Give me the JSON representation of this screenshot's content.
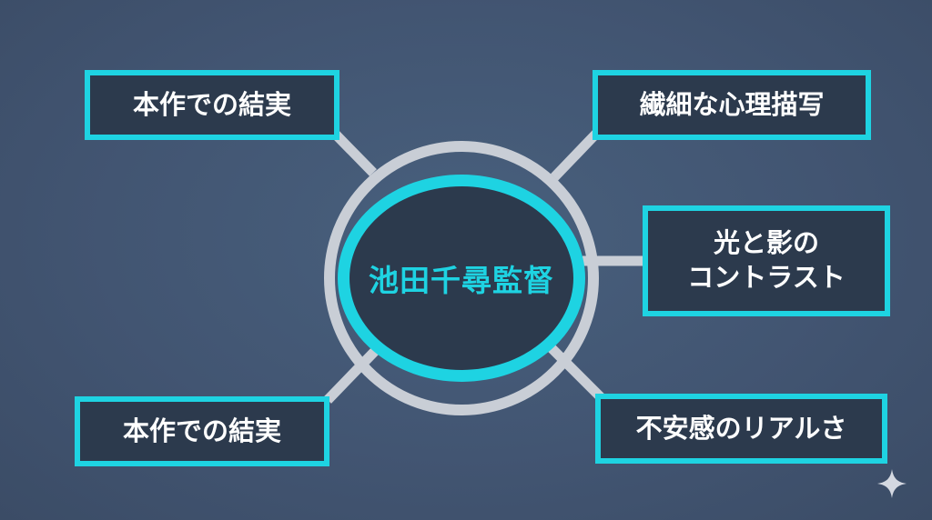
{
  "diagram": {
    "center": {
      "label": "池田千尋監督"
    },
    "nodes": [
      {
        "id": "top-left",
        "label": "本作での結実"
      },
      {
        "id": "top-right",
        "label": "繊細な心理描写"
      },
      {
        "id": "middle-right",
        "label": "光と影の\nコントラスト"
      },
      {
        "id": "bottom-left",
        "label": "本作での結実"
      },
      {
        "id": "bottom-right",
        "label": "不安感のリアルさ"
      }
    ]
  },
  "colors": {
    "background": "#425572",
    "accent": "#1ed3e2",
    "panel": "#2c3a4d",
    "connector": "#c9ced6",
    "text": "#ffffff"
  },
  "icons": {
    "corner": "sparkle-icon"
  }
}
